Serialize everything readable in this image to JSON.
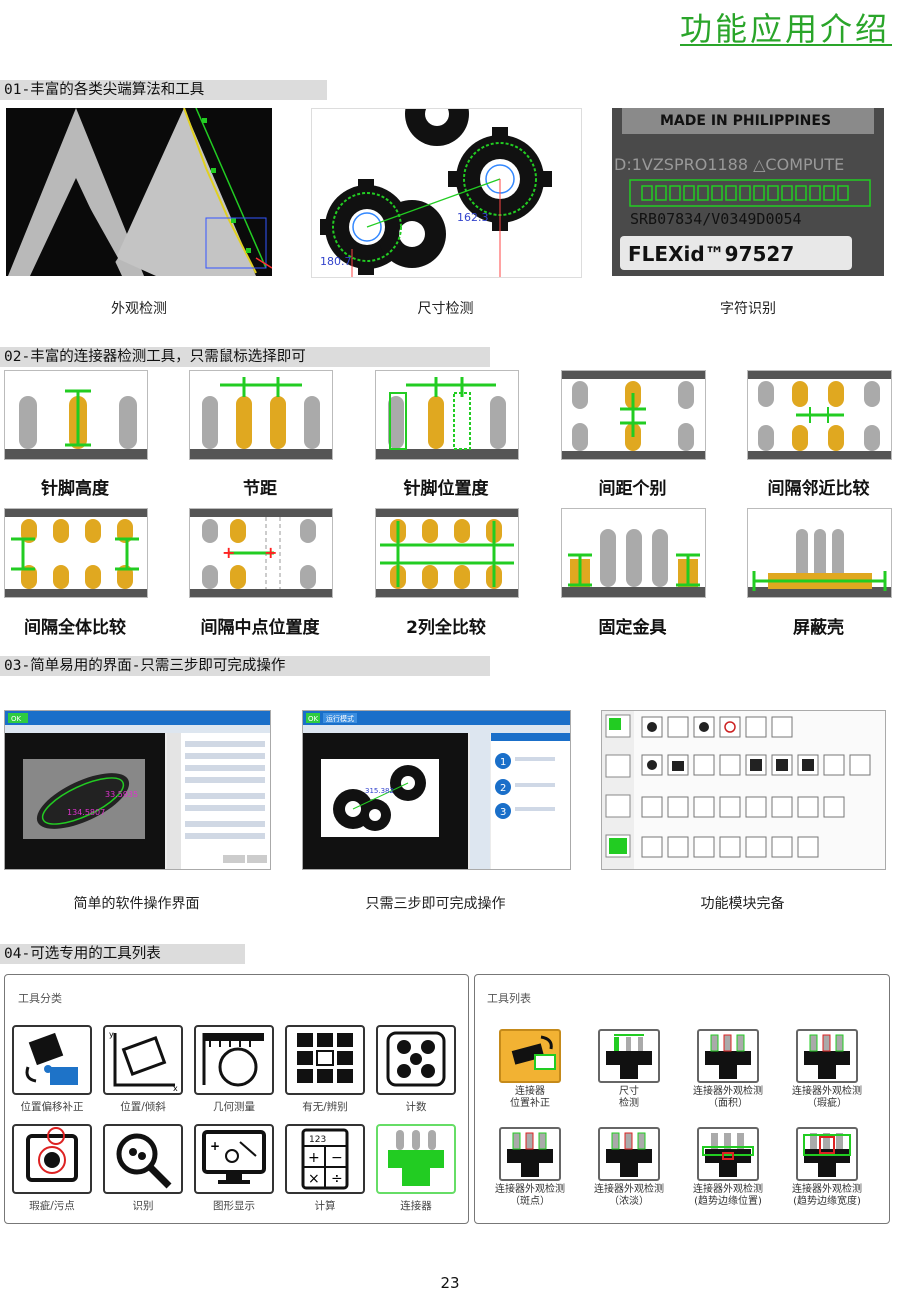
{
  "page_title": "功能应用介绍",
  "sections": {
    "s1": {
      "heading": "01-丰富的各类尖端算法和工具",
      "items": [
        {
          "caption": "外观检测",
          "overlay": ""
        },
        {
          "caption": "尺寸检测",
          "overlay_a": "162.3",
          "overlay_b": "180.7"
        },
        {
          "caption": "字符识别",
          "line1": "MADE IN PHILIPPINES",
          "line2": "D:1VZSPRO1188 △COMPUTE",
          "line3": "SRB07834/V0349D0054",
          "line4": "FLEXid™97527",
          "overlay": ""
        }
      ]
    },
    "s2": {
      "heading": "02-丰富的连接器检测工具，只需鼠标选择即可",
      "row1": [
        "针脚高度",
        "节距",
        "针脚位置度",
        "间距个别",
        "间隔邻近比较"
      ],
      "row2": [
        "间隔全体比较",
        "间隔中点位置度",
        "2列全比较",
        "固定金具",
        "屏蔽壳"
      ]
    },
    "s3": {
      "heading": "03-简单易用的界面-只需三步即可完成操作",
      "items": [
        "简单的软件操作界面",
        "只需三步即可完成操作",
        "功能模块完备"
      ],
      "ok_label": "OK",
      "run_mode": "运行模式",
      "ui_values": [
        "33.5935",
        "134.5807",
        "315.382"
      ],
      "steps": [
        "1",
        "2",
        "3"
      ]
    },
    "s4": {
      "heading": "04-可选专用的工具列表",
      "left_title": "工具分类",
      "right_title": "工具列表",
      "categories": [
        "位置偏移补正",
        "位置/倾斜",
        "几何测量",
        "有无/辨别",
        "计数",
        "瑕疵/污点",
        "识别",
        "图形显示",
        "计算",
        "连接器"
      ],
      "calc_text": "123",
      "tools": [
        "连接器\n位置补正",
        "尺寸\n检测",
        "连接器外观检测\n（面积）",
        "连接器外观检测\n（瑕疵）",
        "连接器外观检测\n（斑点）",
        "连接器外观检测\n（浓淡）",
        "连接器外观检测\n(趋势边缘位置)",
        "连接器外观检测\n(趋势边缘宽度)"
      ]
    }
  },
  "page_number": "23",
  "colors": {
    "accent_green": "#2aa52a",
    "marker_green": "#22cc22",
    "gold": "#e0a820",
    "section_bg": "#dcdcdc"
  }
}
